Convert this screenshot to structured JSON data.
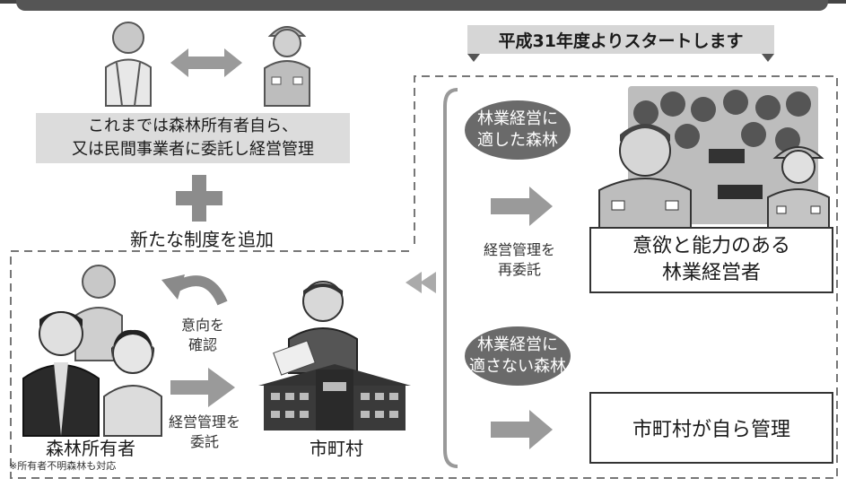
{
  "banner": {
    "text": "平成31年度よりスタートします"
  },
  "current": {
    "line1": "これまでは森林所有者自ら、",
    "line2": "又は民間事業者に委託し経営管理"
  },
  "new_system": {
    "text": "新たな制度を追加"
  },
  "owners": {
    "label": "森林所有者",
    "note": "※所有者不明森林も対応"
  },
  "municipality": {
    "label": "市町村"
  },
  "confirm": {
    "line1": "意向を",
    "line2": "確認"
  },
  "entrust": {
    "line1": "経営管理を",
    "line2": "委託"
  },
  "reentrust": {
    "line1": "経営管理を",
    "line2": "再委託"
  },
  "suitable": {
    "line1": "林業経営に",
    "line2": "適した森林"
  },
  "unsuitable": {
    "line1": "林業経営に",
    "line2": "適さない森林"
  },
  "operator": {
    "line1": "意欲と能力のある",
    "line2": "林業経営者"
  },
  "self_manage": {
    "text": "市町村が自ら管理"
  },
  "colors": {
    "bubble": "#6a6a6a",
    "arrow": "#9a9a9a",
    "banner_bg": "#d6d6d6",
    "info_box": "#dcdcdc"
  }
}
